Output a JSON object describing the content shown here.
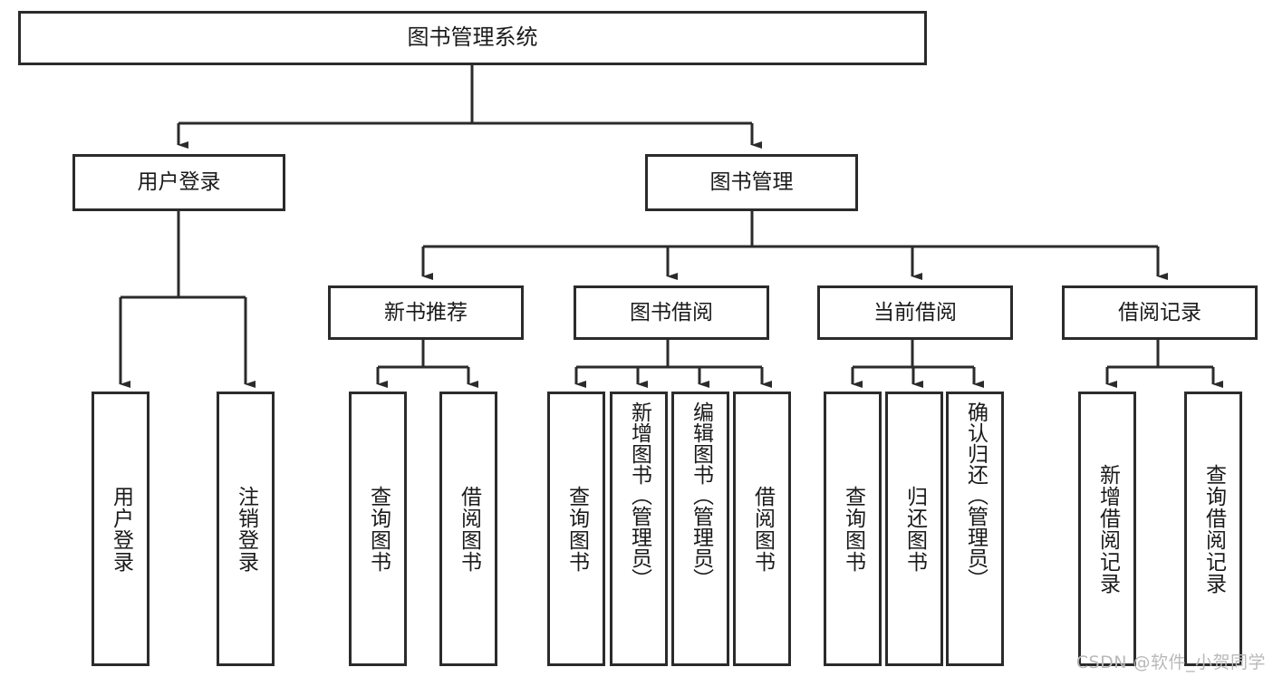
{
  "diagram": {
    "title": "图书管理系统",
    "type": "tree-hierarchy",
    "watermark": "CSDN @软件_小贺同学",
    "colors": {
      "box_border": "#2b2b2b",
      "box_fill": "#ffffff",
      "connector": "#2b2b2b",
      "text": "#1a1a1a",
      "watermark": "#b9b9b9",
      "background": "#ffffff"
    },
    "root": {
      "label": "图书管理系统"
    },
    "level_two": [
      {
        "label": "用户登录"
      },
      {
        "label": "图书管理"
      }
    ],
    "level_three": [
      {
        "label": "新书推荐"
      },
      {
        "label": "图书借阅"
      },
      {
        "label": "当前借阅"
      },
      {
        "label": "借阅记录"
      }
    ],
    "leaves": {
      "user_login": [
        {
          "label": "用户登录"
        },
        {
          "label": "注销登录"
        }
      ],
      "new_book_recommend": [
        {
          "label": "查询图书"
        },
        {
          "label": "借阅图书"
        }
      ],
      "book_borrow": [
        {
          "label": "查询图书"
        },
        {
          "label": "新增图书（管理员）"
        },
        {
          "label": "编辑图书（管理员）"
        },
        {
          "label": "借阅图书"
        }
      ],
      "current_borrow": [
        {
          "label": "查询图书"
        },
        {
          "label": "归还图书"
        },
        {
          "label": "确认归还（管理员）"
        }
      ],
      "borrow_record": [
        {
          "label": "新增借阅记录"
        },
        {
          "label": "查询借阅记录"
        }
      ]
    }
  }
}
